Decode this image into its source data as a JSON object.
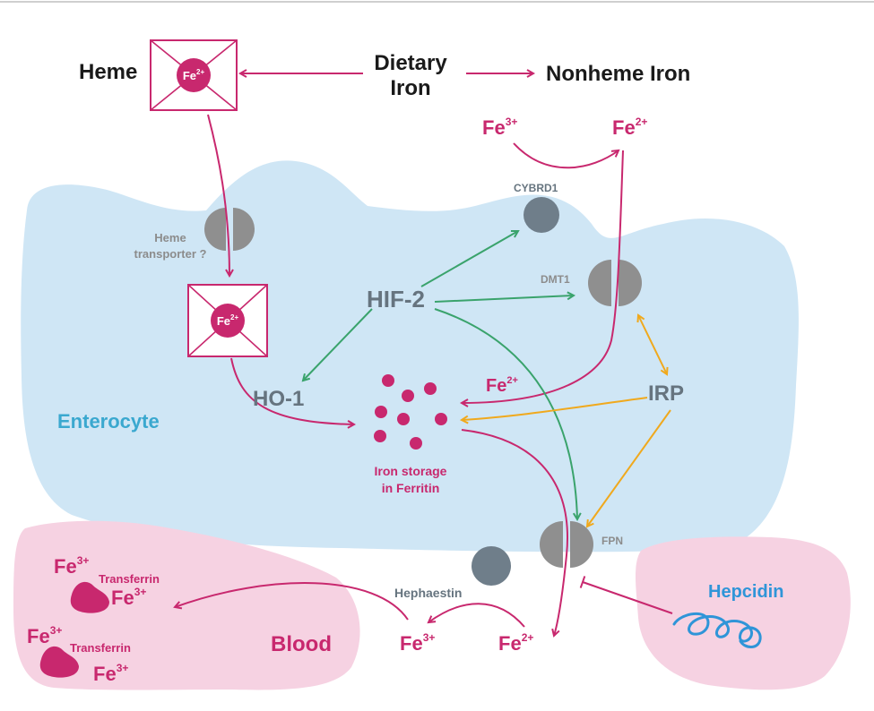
{
  "colors": {
    "magenta": "#c8286e",
    "enterocyte_fill": "#cfe6f5",
    "blood_fill": "#f6d2e2",
    "green": "#3aa36c",
    "orange": "#f0a91d",
    "gray": "#8c8c8c",
    "dark_gray": "#6f7e8a",
    "slate": "#66747f",
    "cyan_text": "#3aa8cf",
    "hepcidin_blue": "#2f95d8"
  },
  "labels": {
    "heme": "Heme",
    "dietary_iron_line1": "Dietary",
    "dietary_iron_line2": "Iron",
    "nonheme_iron": "Nonheme Iron",
    "fe_base": "Fe",
    "ion_2": "2+",
    "ion_3": "3+",
    "cybrd1": "CYBRD1",
    "heme_transporter_line1": "Heme",
    "heme_transporter_line2": "transporter ?",
    "dmt1": "DMT1",
    "hif2": "HIF-2",
    "ho1": "HO-1",
    "irp": "IRP",
    "enterocyte": "Enterocyte",
    "iron_storage_line1": "Iron storage",
    "iron_storage_line2": "in Ferritin",
    "fpn": "FPN",
    "hephaestin": "Hephaestin",
    "hepcidin": "Hepcidin",
    "blood": "Blood",
    "transferrin": "Transferrin"
  }
}
